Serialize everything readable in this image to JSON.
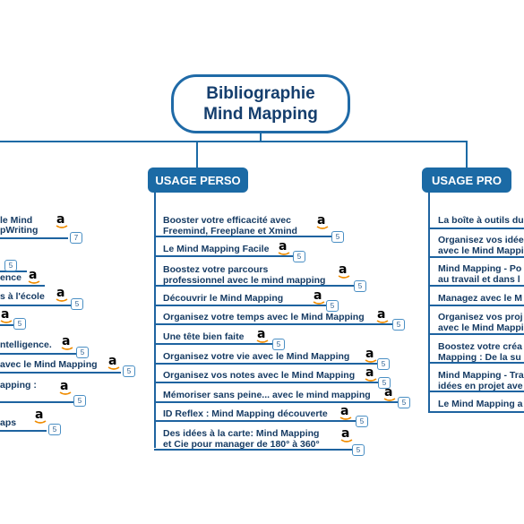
{
  "root": {
    "line1": "Bibliographie",
    "line2": "Mind Mapping"
  },
  "branches": {
    "perso": "USAGE PERSO",
    "pro": "USAGE PRO"
  },
  "left_items": [
    {
      "text": "le Mind",
      "badge": ""
    },
    {
      "text": "pWriting",
      "badge": "7"
    },
    {
      "text": "",
      "badge": "5"
    },
    {
      "text": "ence",
      "badge": ""
    },
    {
      "text": "s à l'école",
      "badge": "5"
    },
    {
      "text": "",
      "badge": "5"
    },
    {
      "text": "ntelligence.",
      "badge": "5"
    },
    {
      "text": "avec le Mind Mapping",
      "badge": "5"
    },
    {
      "text": "apping :",
      "badge": "5"
    },
    {
      "text": "aps",
      "badge": "5"
    }
  ],
  "perso_items": [
    {
      "lines": [
        "Booster votre efficacité avec",
        "Freemind, Freeplane et Xmind"
      ],
      "badge": "5"
    },
    {
      "lines": [
        "Le Mind Mapping Facile"
      ],
      "badge": "5"
    },
    {
      "lines": [
        "Boostez votre parcours",
        "professionnel avec le mind mapping"
      ],
      "badge": "5"
    },
    {
      "lines": [
        "Découvrir le Mind Mapping"
      ],
      "badge": "5"
    },
    {
      "lines": [
        "Organisez votre temps avec le Mind Mapping"
      ],
      "badge": "5"
    },
    {
      "lines": [
        "Une tête bien faite"
      ],
      "badge": "5"
    },
    {
      "lines": [
        "Organisez votre vie avec le Mind Mapping"
      ],
      "badge": "5"
    },
    {
      "lines": [
        "Organisez vos notes avec le Mind Mapping"
      ],
      "badge": "5"
    },
    {
      "lines": [
        "Mémoriser sans peine... avec le mind mapping"
      ],
      "badge": "5"
    },
    {
      "lines": [
        "ID Reflex : Mind Mapping découverte"
      ],
      "badge": "5"
    },
    {
      "lines": [
        "Des idées à la carte: Mind Mapping",
        "et Cie pour manager de 180° à 360°"
      ],
      "badge": "5"
    }
  ],
  "pro_items": [
    {
      "lines": [
        "La boîte à outils du"
      ]
    },
    {
      "lines": [
        "Organisez vos idée",
        "avec le Mind Mappi"
      ]
    },
    {
      "lines": [
        "Mind Mapping - Po",
        "au travail et dans l"
      ]
    },
    {
      "lines": [
        "Managez avec le M"
      ]
    },
    {
      "lines": [
        "Organisez vos proj",
        "avec le Mind Mappi"
      ]
    },
    {
      "lines": [
        "Boostez votre créa",
        "Mapping : De la su"
      ]
    },
    {
      "lines": [
        "Mind Mapping - Tra",
        "idées en projet ave"
      ]
    },
    {
      "lines": [
        "Le Mind Mapping a"
      ]
    }
  ],
  "icons": {
    "store": "amazon-a-icon",
    "count": "rating-badge"
  },
  "colors": {
    "branch": "#1b6aa5",
    "text": "#163b63",
    "root_border": "#1f6aa7"
  }
}
